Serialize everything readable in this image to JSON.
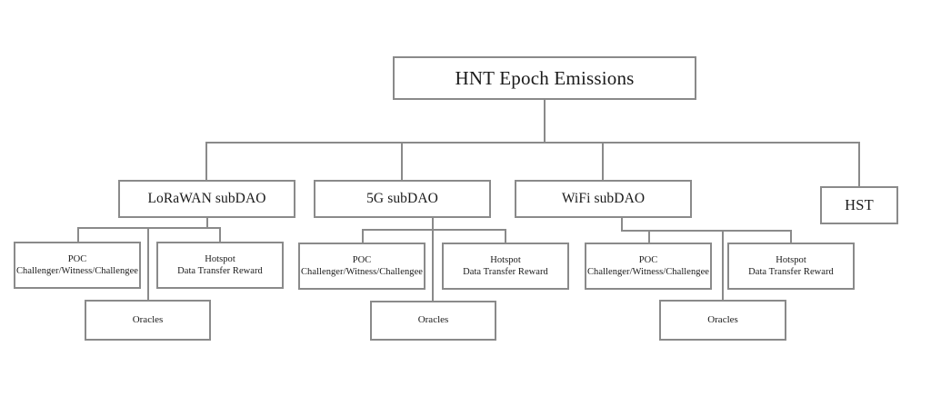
{
  "diagram": {
    "title": "HNT Epoch Emissions",
    "type": "org-tree",
    "background_color": "#ffffff",
    "line_color": "#8a8a8a",
    "text_color": "#1a1a1a"
  },
  "root": {
    "label": "HNT Epoch Emissions"
  },
  "branches": [
    {
      "label": "LoRaWAN subDAO",
      "children": [
        {
          "line1": "POC",
          "line2": "Challenger/Witness/Challengee"
        },
        {
          "line1": "Hotspot",
          "line2": "Data Transfer Reward"
        },
        {
          "line1": "Oracles",
          "line2": ""
        }
      ]
    },
    {
      "label": "5G subDAO",
      "children": [
        {
          "line1": "POC",
          "line2": "Challenger/Witness/Challengee"
        },
        {
          "line1": "Hotspot",
          "line2": "Data Transfer Reward"
        },
        {
          "line1": "Oracles",
          "line2": ""
        }
      ]
    },
    {
      "label": "WiFi subDAO",
      "children": [
        {
          "line1": "POC",
          "line2": "Challenger/Witness/Challengee"
        },
        {
          "line1": "Hotspot",
          "line2": "Data Transfer Reward"
        },
        {
          "line1": "Oracles",
          "line2": ""
        }
      ]
    },
    {
      "label": "HST",
      "children": []
    }
  ]
}
